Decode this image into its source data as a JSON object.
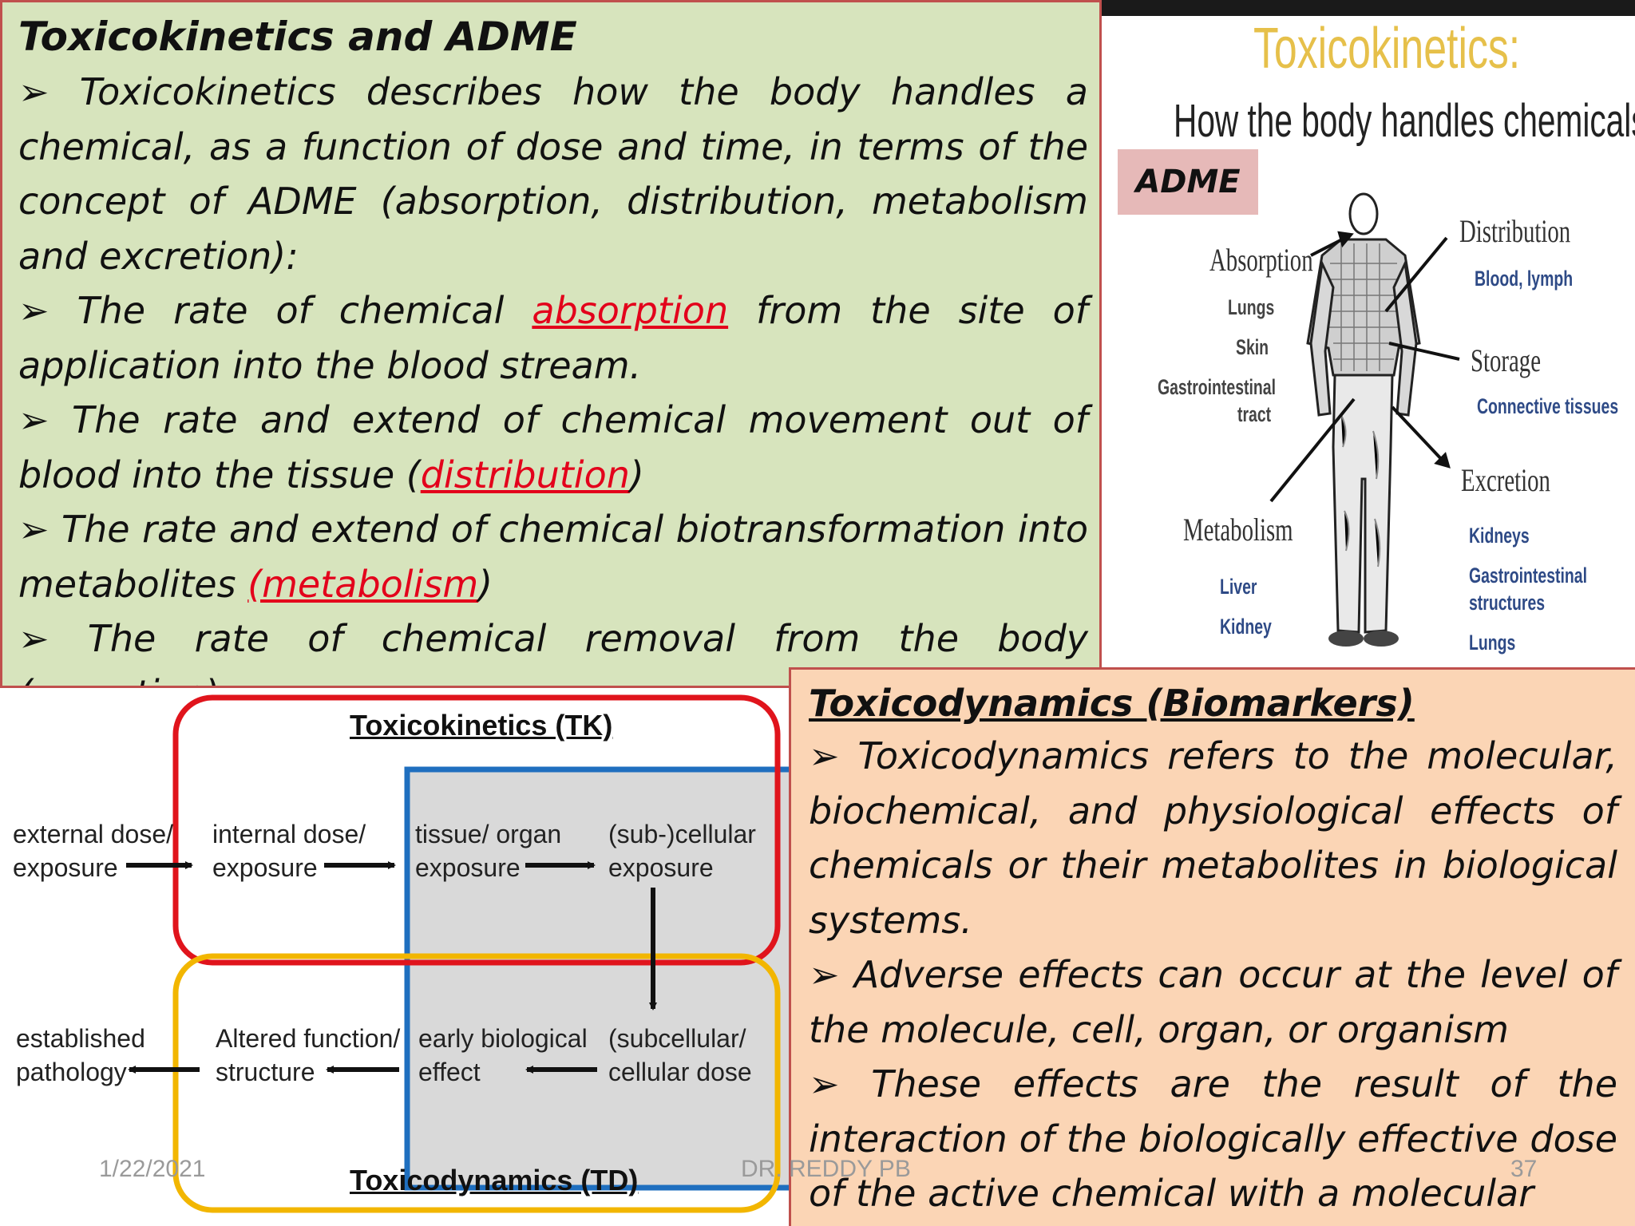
{
  "tk_panel": {
    "title": "Toxicokinetics and ADME",
    "intro": "Toxicokinetics describes how the body handles a chemical, as a function of dose and time, in terms of the concept of ADME (absorption, distribution, metabolism and excretion):",
    "absorption_pre": "The rate of chemical ",
    "absorption_link": "absorption",
    "absorption_post": " from the site of application into the blood stream.",
    "distribution_pre": "The rate and extend of chemical movement out of blood into the tissue (",
    "distribution_link": "distribution",
    "distribution_post": ")",
    "metabolism_pre": "The rate and extend of chemical biotransformation into metabolites ",
    "metabolism_link": "(metabolism",
    "metabolism_post": ")",
    "excretion": "The rate of chemical removal from the body (excretion)."
  },
  "adme_figure": {
    "title": "Toxicokinetics:",
    "subtitle": "How the body handles chemicals",
    "badge": "ADME",
    "absorption": "Absorption",
    "absorption_items": [
      "Lungs",
      "Skin",
      "Gastrointestinal",
      "tract"
    ],
    "distribution": "Distribution",
    "distribution_item": "Blood, lymph",
    "storage": "Storage",
    "storage_item": "Connective tissues",
    "excretion": "Excretion",
    "excretion_items": [
      "Kidneys",
      "Gastrointestinal",
      "structures",
      "Lungs"
    ],
    "metabolism": "Metabolism",
    "metabolism_items": [
      "Liver",
      "Kidney"
    ]
  },
  "tktd_diagram": {
    "tk_title": "Toxicokinetics (TK)",
    "td_title": "Toxicodynamics (TD)",
    "external_dose": [
      "external dose/",
      "exposure"
    ],
    "internal_dose": [
      "internal dose/",
      "exposure"
    ],
    "tissue_organ": [
      "tissue/ organ",
      "exposure"
    ],
    "subcellular_exposure": [
      "(sub-)cellular",
      "exposure"
    ],
    "subcellular_dose": [
      "(subcellular/",
      "cellular dose"
    ],
    "early_effect": [
      "early biological",
      "effect"
    ],
    "altered_function": [
      "Altered function/",
      "structure"
    ],
    "established_pathology": [
      "established",
      "pathology"
    ]
  },
  "td_panel": {
    "title": "Toxicodynamics (Biomarkers)",
    "point1": "Toxicodynamics refers to the molecular, biochemical, and physiological effects of chemicals or their metabolites in biological systems.",
    "point2": "Adverse effects can occur at the level of the molecule, cell, organ,  or organism",
    "point3": "These effects are the result of the interaction of the biologically effective dose of the active chemical with a molecular"
  },
  "footer": {
    "date": "1/22/2021",
    "author": "DR. REDDY PB",
    "page": "37"
  }
}
